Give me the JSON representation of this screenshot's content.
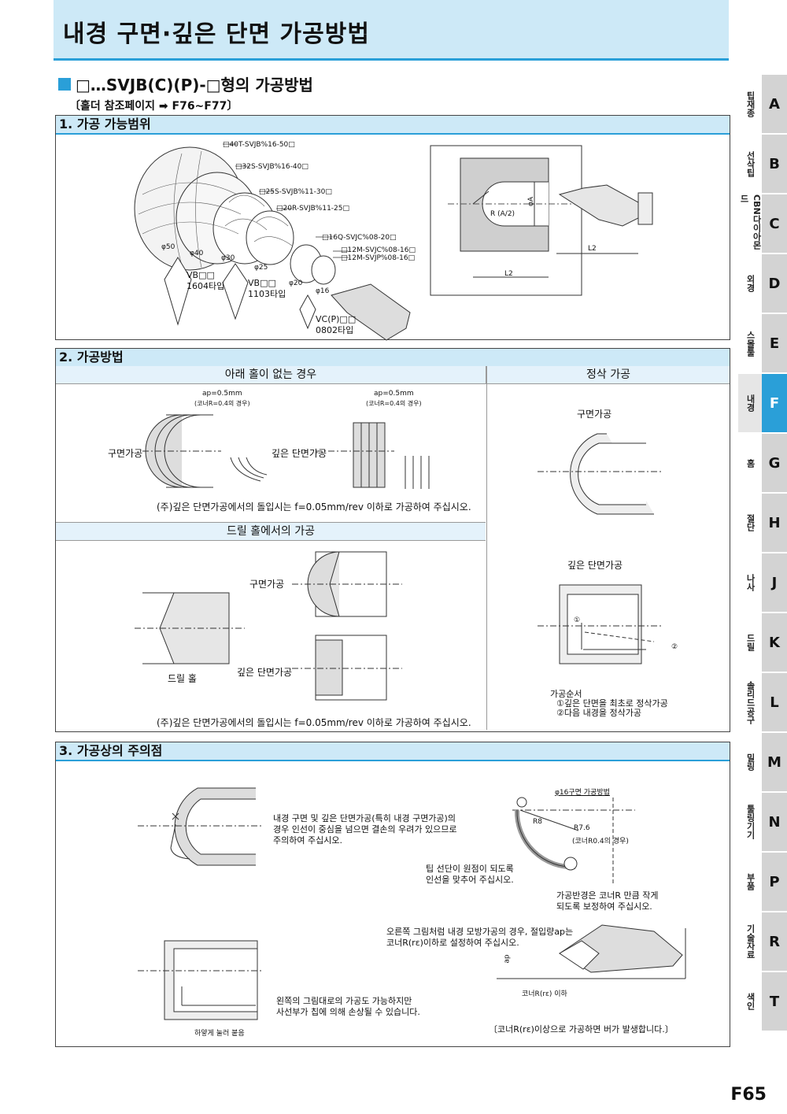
{
  "title": "내경 구면·깊은 단면 가공방법",
  "subheading": "□…SVJB(C)(P)-□형의 가공방법",
  "holder_ref": "〔홀더 참조페이지 ➡ F76~F77〕",
  "section1": {
    "title": "1. 가공 가능범위",
    "holders": [
      "□40T-SVJB%16-50□",
      "□32S-SVJB%16-40□",
      "□25S-SVJB%11-30□",
      "□20R-SVJB%11-25□",
      "□16Q-SVJC%08-20□",
      "□12M-SVJC%08-16□",
      "□12M-SVJP%08-16□"
    ],
    "diameters": [
      "φ50",
      "φ40",
      "φ30",
      "φ25",
      "φ20",
      "φ16"
    ],
    "inserts": [
      "VB□□\n1604타입",
      "VB□□\n1103타입",
      "VC(P)□□\n0802타입"
    ],
    "dims": {
      "r": "R (A/2)",
      "phiA": "φA",
      "l2a": "L2",
      "l2b": "L2"
    }
  },
  "section2": {
    "title": "2. 가공방법",
    "panel_no_hole": "아래 홀이 없는 경우",
    "panel_finish": "정삭 가공",
    "panel_drill": "드릴 홀에서의 가공",
    "ap_label": "ap=0.5mm",
    "corner_note": "(코너R=0.4의 경우)",
    "spherical": "구면가공",
    "deep_face": "깊은 단면가공",
    "note": "(주)깊은 단면가공에서의 돌입시는 f=0.05mm/rev 이하로 가공하여 주십시오.",
    "drill_hole": "드릴 홀",
    "finish_spherical": "구면가공",
    "finish_deep": "깊은 단면가공",
    "order_title": "가공순서",
    "order_1": "①깊은 단면을 최초로 정삭가공",
    "order_2": "②다음 내경을 정삭가공",
    "c1": "①",
    "c2": "②"
  },
  "section3": {
    "title": "3. 가공상의 주의점",
    "note1": "내경 구면 및 깊은 단면가공(특히 내경 구면가공)의\n경우 인선이 중심을 넘으면 결손의 우려가 있으므로\n주의하여 주십시오.",
    "phi16_title": "φ16구면 가공방법",
    "r8": "R8",
    "r76": "R7.6",
    "r76_note": "(코너R0.4의 경우)",
    "tip_note": "팁 선단이 원점이 되도록\n인선을 맞추어 주십시오.",
    "radius_note": "가공반경은 코너R 만큼 작게\n되도록 보정하여 주십시오.",
    "ap_note": "오른쪽 그림처럼 내경 모방가공의 경우, 절입량ap는\n코너R(rε)이하로 설정하여 주십시오.",
    "ap": "ap",
    "corner_below": "코너R(rε) 이하",
    "burr_note": "〔코너R(rε)이상으로 가공하면 버가 발생합니다.〕",
    "left_note": "왼쪽의 그림대로의 가공도 가능하지만\n사선부가 칩에 의해 손상될 수 있습니다.",
    "fill_label": "하얗게 눌러 붙음"
  },
  "side_tabs": [
    {
      "word": "팁재종",
      "letter": "A"
    },
    {
      "word": "선삭팁",
      "letter": "B"
    },
    {
      "word": "CBN다이아몬드",
      "letter": "C"
    },
    {
      "word": "외경",
      "letter": "D"
    },
    {
      "word": "스몰툴",
      "letter": "E"
    },
    {
      "word": "내경",
      "letter": "F"
    },
    {
      "word": "홈",
      "letter": "G"
    },
    {
      "word": "절단",
      "letter": "H"
    },
    {
      "word": "나사",
      "letter": "J"
    },
    {
      "word": "드릴",
      "letter": "K"
    },
    {
      "word": "솔리드공구",
      "letter": "L"
    },
    {
      "word": "밀링",
      "letter": "M"
    },
    {
      "word": "툴링기기",
      "letter": "N"
    },
    {
      "word": "부품",
      "letter": "P"
    },
    {
      "word": "기술자료",
      "letter": "R"
    },
    {
      "word": "색인",
      "letter": "T"
    }
  ],
  "active_tab": "F",
  "page_number": "F65",
  "colors": {
    "accent": "#2a9fd8",
    "header_bg": "#cde9f7"
  }
}
